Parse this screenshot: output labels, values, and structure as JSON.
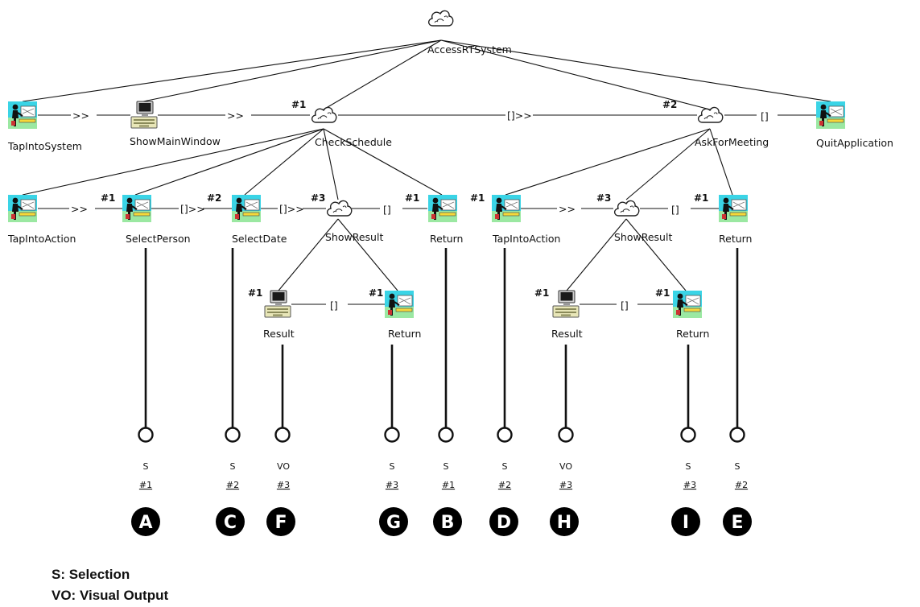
{
  "diagram": {
    "tasks": [
      {
        "label": "AccessRTSystem",
        "type": "abstract"
      },
      {
        "label": "TapIntoSystem",
        "type": "interaction"
      },
      {
        "label": "ShowMainWindow",
        "type": "application"
      },
      {
        "label": "CheckSchedule",
        "type": "abstract"
      },
      {
        "label": "AskForMeeting",
        "type": "abstract"
      },
      {
        "label": "QuitApplication",
        "type": "interaction"
      },
      {
        "label": "TapIntoAction",
        "type": "interaction"
      },
      {
        "label": "SelectPerson",
        "type": "interaction"
      },
      {
        "label": "SelectDate",
        "type": "interaction"
      },
      {
        "label": "ShowResult",
        "type": "abstract"
      },
      {
        "label": "Return",
        "type": "interaction"
      },
      {
        "label": "TapIntoAction",
        "type": "interaction"
      },
      {
        "label": "ShowResult",
        "type": "abstract"
      },
      {
        "label": "Return",
        "type": "interaction"
      },
      {
        "label": "Result",
        "type": "application"
      },
      {
        "label": "Return",
        "type": "interaction"
      },
      {
        "label": "Result",
        "type": "application"
      },
      {
        "label": "Return",
        "type": "interaction"
      }
    ],
    "operators": [
      ">>",
      ">>",
      "[]>>",
      "[]",
      ">>",
      "[]>>",
      "[]>>",
      "[]",
      ">>",
      "[]",
      "[]",
      "[]"
    ],
    "numbers": [
      "#1",
      "#2",
      "#1",
      "#2",
      "#3",
      "#1",
      "#1",
      "#3",
      "#1",
      "#1",
      "#1",
      "#1",
      "#1"
    ],
    "interactions": [
      {
        "type": "S",
        "num": "#1",
        "letter": "A"
      },
      {
        "type": "S",
        "num": "#2",
        "letter": "C"
      },
      {
        "type": "VO",
        "num": "#3",
        "letter": "F"
      },
      {
        "type": "S",
        "num": "#3",
        "letter": "G"
      },
      {
        "type": "S",
        "num": "#1",
        "letter": "B"
      },
      {
        "type": "S",
        "num": "#2",
        "letter": "D"
      },
      {
        "type": "VO",
        "num": "#3",
        "letter": "H"
      },
      {
        "type": "S",
        "num": "#3",
        "letter": "I"
      },
      {
        "type": "S",
        "num": "#2",
        "letter": "E"
      }
    ]
  },
  "legend": [
    "S: Selection",
    "VO: Visual Output"
  ]
}
